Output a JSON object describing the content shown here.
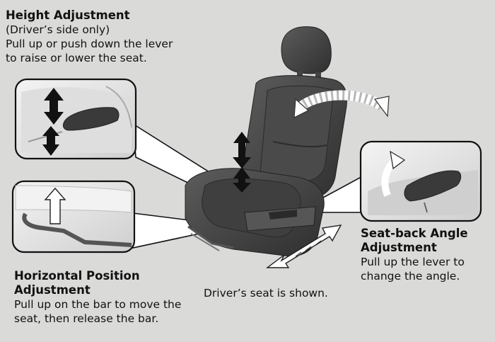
{
  "height_adjustment": {
    "title": "Height Adjustment",
    "lines": [
      "(Driver’s side only)",
      "Pull up or push down the lever",
      "to raise or lower the seat."
    ]
  },
  "horizontal_adjustment": {
    "title_lines": [
      "Horizontal Position",
      "Adjustment"
    ],
    "lines": [
      "Pull up on the bar to move the",
      "seat, then release the bar."
    ]
  },
  "seatback_adjustment": {
    "title_lines": [
      "Seat-back Angle",
      "Adjustment"
    ],
    "lines": [
      "Pull up the lever to",
      "change the angle."
    ]
  },
  "caption": "Driver’s seat is shown."
}
